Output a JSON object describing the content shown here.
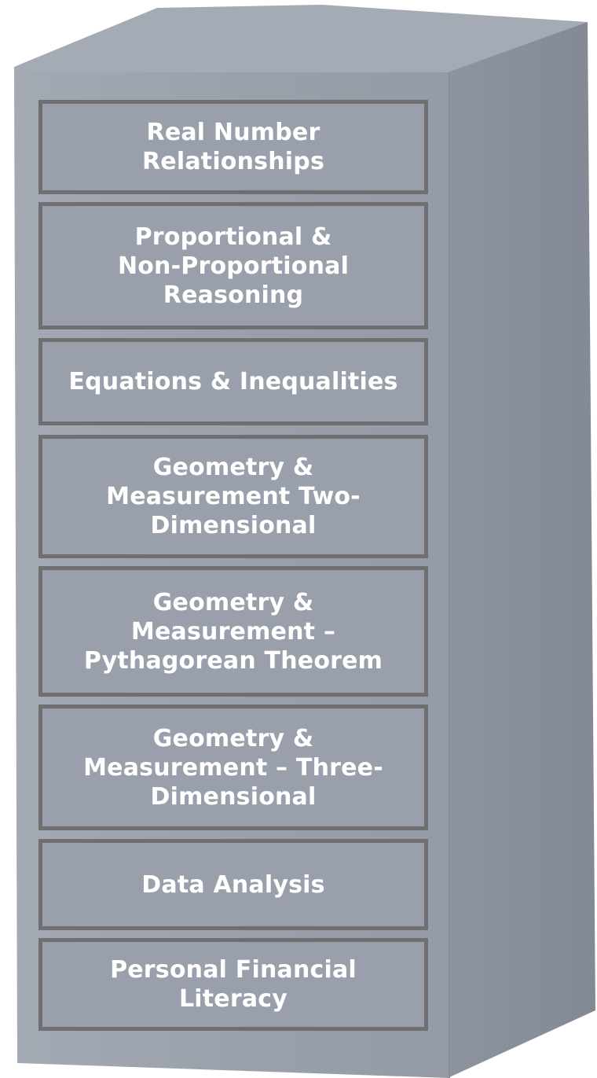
{
  "cabinet": {
    "drawers": [
      {
        "label": "Real Number\nRelationships"
      },
      {
        "label": "Proportional &\nNon-Proportional\nReasoning"
      },
      {
        "label": "Equations & Inequalities"
      },
      {
        "label": "Geometry &\nMeasurement Two-\nDimensional"
      },
      {
        "label": "Geometry &\nMeasurement –\nPythagorean Theorem"
      },
      {
        "label": "Geometry &\nMeasurement – Three-\nDimensional"
      },
      {
        "label": "Data Analysis"
      },
      {
        "label": "Personal Financial\nLiteracy"
      }
    ]
  },
  "colors": {
    "cabinet_front": "#99a0aa",
    "cabinet_side": "#8a909b",
    "cabinet_top": "#a7adb6",
    "drawer_border": "#6f6f71",
    "label_text": "#ffffff"
  }
}
